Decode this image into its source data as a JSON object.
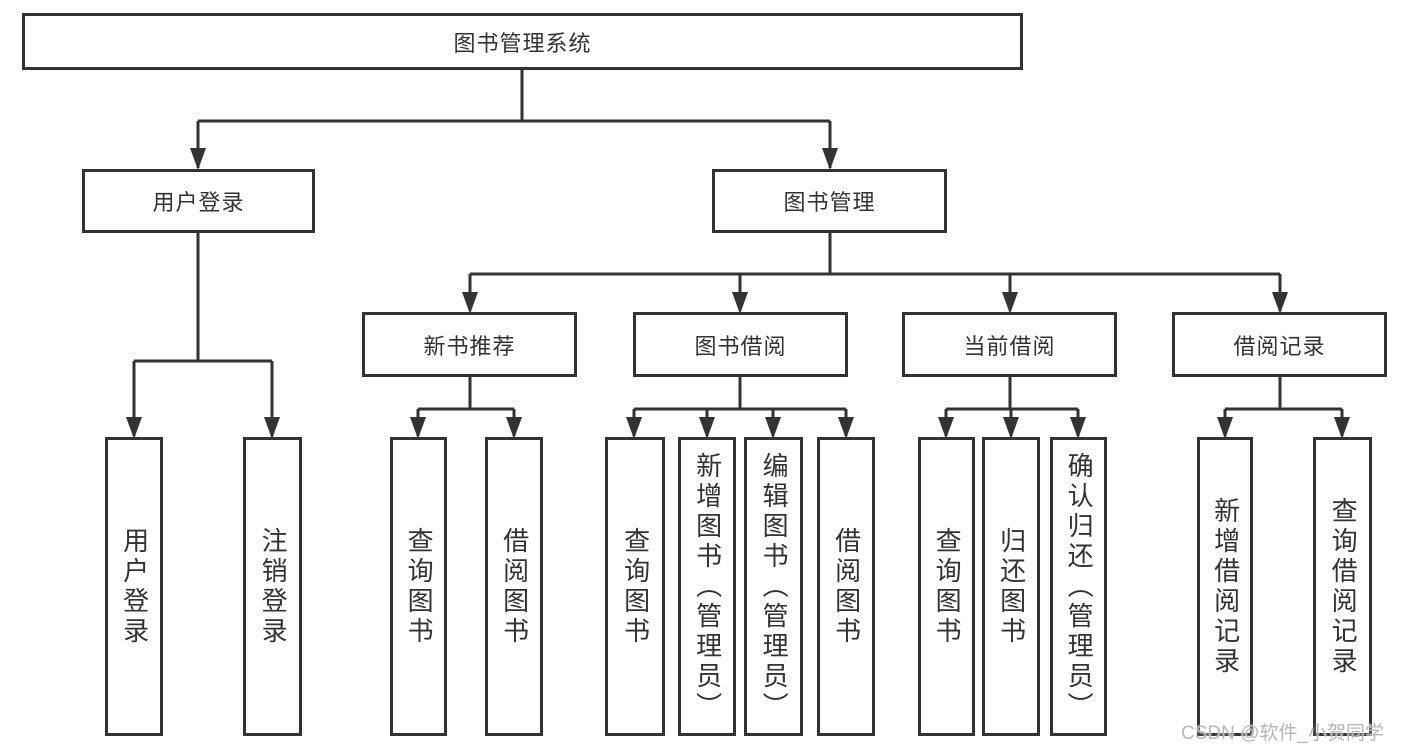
{
  "diagram": {
    "type": "hierarchy-tree",
    "colors": {
      "background": "#ffffff",
      "line": "#333333",
      "box_border": "#333333",
      "box_fill": "#ffffff",
      "text": "#333333",
      "watermark": "#b3b7bb"
    },
    "tree": {
      "root": "图书管理系统",
      "children": [
        {
          "label": "用户登录",
          "children": [
            {
              "label": "用户登录"
            },
            {
              "label": "注销登录"
            }
          ]
        },
        {
          "label": "图书管理",
          "children": [
            {
              "label": "新书推荐",
              "children": [
                {
                  "label": "查询图书"
                },
                {
                  "label": "借阅图书"
                }
              ]
            },
            {
              "label": "图书借阅",
              "children": [
                {
                  "label": "查询图书"
                },
                {
                  "label": "新增图书（管理员）"
                },
                {
                  "label": "编辑图书（管理员）"
                },
                {
                  "label": "借阅图书"
                }
              ]
            },
            {
              "label": "当前借阅",
              "children": [
                {
                  "label": "查询图书"
                },
                {
                  "label": "归还图书"
                },
                {
                  "label": "确认归还（管理员）"
                }
              ]
            },
            {
              "label": "借阅记录",
              "children": [
                {
                  "label": "新增借阅记录"
                },
                {
                  "label": "查询借阅记录"
                }
              ]
            }
          ]
        }
      ]
    },
    "watermark": {
      "text": "CSDN @软件_小贺同学"
    }
  }
}
